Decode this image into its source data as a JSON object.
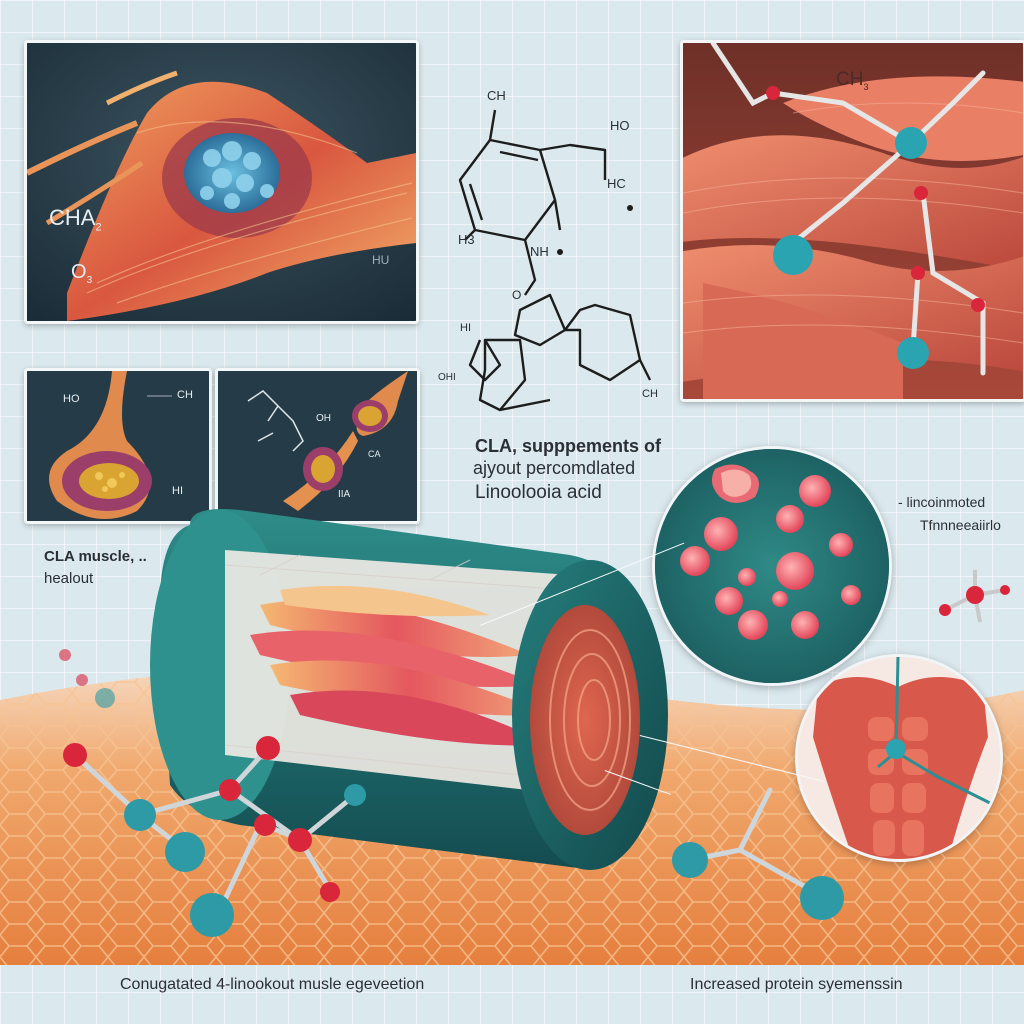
{
  "panel_top_left": {
    "label_ch": "CHA",
    "label_ch_sub": "2",
    "label_o": "O",
    "label_o_sub": "3",
    "label_right": "HU"
  },
  "panel_top_right": {
    "label_ch": "CH",
    "label_ch_sub": "3"
  },
  "small_left": {
    "label_ho": "HO",
    "label_ch": "CH",
    "label_h": "HI"
  },
  "small_right": {
    "label_oh": "OH",
    "label_ca": "CA",
    "label_iia": "IIA"
  },
  "molecule": {
    "label_ch": "CH",
    "label_ho": "HO",
    "label_hc": "HC",
    "label_h3": "H3",
    "label_nh": "NH",
    "label_o": "O",
    "label_hi": "HI",
    "label_ohi": "OHI",
    "label_ch2": "CH"
  },
  "center_caption": {
    "line1": "CLA, supppements of",
    "line2": "ajyout  percomdlated",
    "line3": "Linoolooia acid"
  },
  "left_caption": {
    "line1": "CLA muscle, ..",
    "line2": "healout"
  },
  "right_caption": {
    "line1": "- lincoinmoted",
    "line2": "Tfnnneeaiirlo"
  },
  "bottom_left_caption": "Conugatated 4-linookout musle egeveetion",
  "bottom_right_caption": "Increased protein syemenssin",
  "colors": {
    "teal": "#2b8a86",
    "muscle": "#d9634f",
    "bg": "#dbe9ef",
    "atom_red": "#d9263a",
    "atom_teal": "#2d9aa6"
  }
}
